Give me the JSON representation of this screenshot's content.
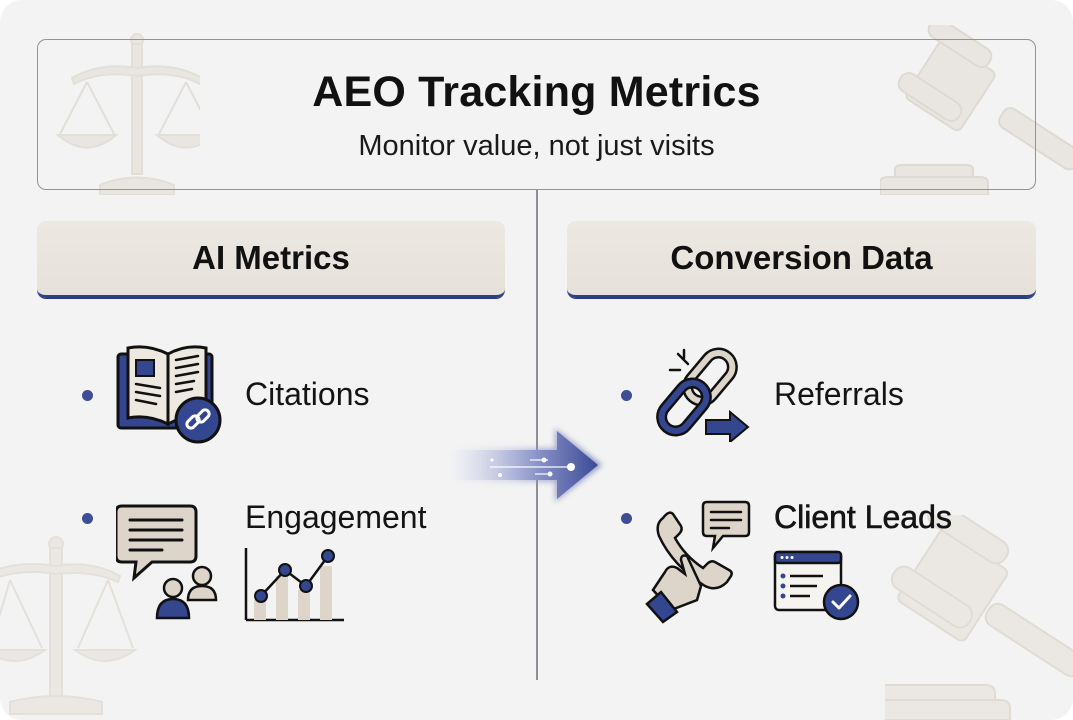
{
  "header": {
    "title": "AEO Tracking Metrics",
    "subtitle": "Monitor value, not just visits"
  },
  "columns": [
    {
      "title": "AI Metrics",
      "items": [
        {
          "label": "Citations",
          "icon": "open-book-with-link-icon"
        },
        {
          "label": "Engagement",
          "icon": "chat-users-with-line-chart-icon"
        }
      ]
    },
    {
      "title": "Conversion Data",
      "items": [
        {
          "label": "Referrals",
          "icon": "broken-chain-link-arrow-icon"
        },
        {
          "label": "Client Leads",
          "icon": "phone-chat-form-check-icon"
        }
      ]
    }
  ],
  "connector": {
    "icon": "glowing-arrow-right-icon"
  },
  "decorations": [
    "scales-of-justice-icon",
    "gavel-icon"
  ],
  "colors": {
    "background": "#f3f3f3",
    "accent_navy": "#34468f",
    "header_fill": "#e9e5df",
    "beige_icon": "#ddd5ca",
    "deco": "#e8e5e0",
    "text": "#111111"
  }
}
